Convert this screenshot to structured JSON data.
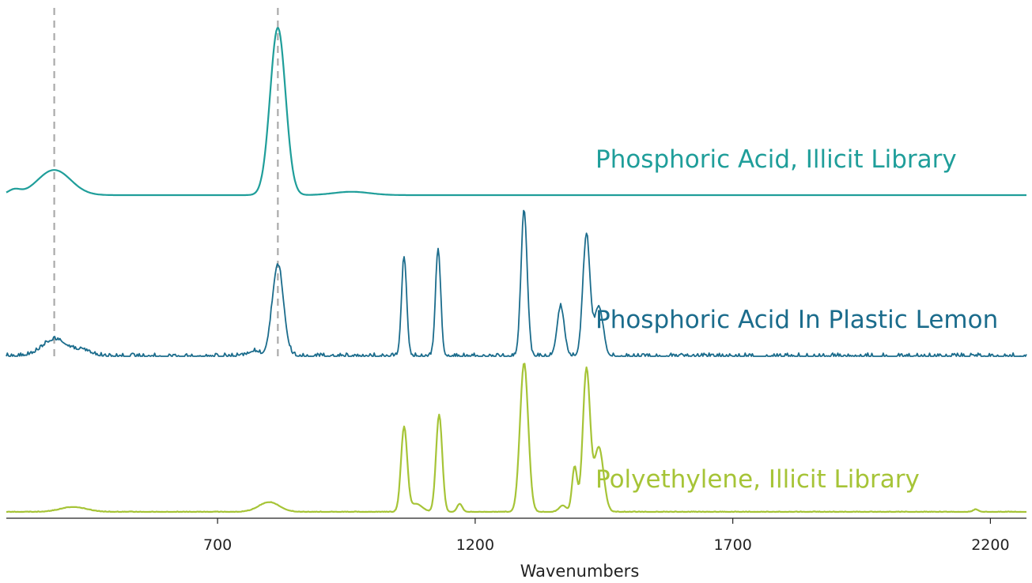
{
  "chart_data": {
    "type": "line",
    "title": "",
    "xlabel": "Wavenumbers",
    "ylabel": "",
    "xlim": [
      290,
      2270
    ],
    "xticks": [
      700,
      1200,
      1700,
      2200
    ],
    "xtick_labels": [
      "700",
      "1200",
      "1700",
      "2200"
    ],
    "y_axis_shown": false,
    "grid": false,
    "legend": "none (series labeled inline on the right)",
    "reference_lines": [
      {
        "x": 383,
        "style": "dashed",
        "color": "#aaaaaa"
      },
      {
        "x": 817,
        "style": "dashed",
        "color": "#aaaaaa"
      }
    ],
    "series": [
      {
        "name": "Phosphoric Acid, Illicit Library",
        "color": "#1f9e9a",
        "offset": 2.0,
        "baseline_noise": 0,
        "peaks": [
          {
            "center": 305,
            "height": 0.03,
            "width": 12
          },
          {
            "center": 383,
            "height": 0.15,
            "width": 32
          },
          {
            "center": 817,
            "height": 1.0,
            "width": 15
          },
          {
            "center": 960,
            "height": 0.02,
            "width": 35
          }
        ]
      },
      {
        "name": "Phosphoric Acid In Plastic Lemon",
        "color": "#1b6c8c",
        "offset": 1.0,
        "baseline_noise": 0.02,
        "peaks": [
          {
            "center": 385,
            "height": 0.1,
            "width": 24
          },
          {
            "center": 440,
            "height": 0.03,
            "width": 15
          },
          {
            "center": 770,
            "height": 0.03,
            "width": 10
          },
          {
            "center": 817,
            "height": 0.55,
            "width": 11
          },
          {
            "center": 1062,
            "height": 0.6,
            "width": 5
          },
          {
            "center": 1128,
            "height": 0.65,
            "width": 5
          },
          {
            "center": 1295,
            "height": 0.88,
            "width": 6
          },
          {
            "center": 1366,
            "height": 0.3,
            "width": 7
          },
          {
            "center": 1416,
            "height": 0.73,
            "width": 7
          },
          {
            "center": 1440,
            "height": 0.3,
            "width": 8
          }
        ]
      },
      {
        "name": "Polyethylene, Illicit Library",
        "color": "#a6c437",
        "offset": 0.0,
        "baseline_noise": 0.005,
        "peaks": [
          {
            "center": 420,
            "height": 0.03,
            "width": 25
          },
          {
            "center": 800,
            "height": 0.06,
            "width": 20
          },
          {
            "center": 1062,
            "height": 0.52,
            "width": 6
          },
          {
            "center": 1085,
            "height": 0.05,
            "width": 12
          },
          {
            "center": 1130,
            "height": 0.6,
            "width": 6
          },
          {
            "center": 1170,
            "height": 0.05,
            "width": 5
          },
          {
            "center": 1295,
            "height": 0.92,
            "width": 8
          },
          {
            "center": 1370,
            "height": 0.04,
            "width": 7
          },
          {
            "center": 1416,
            "height": 0.88,
            "width": 7
          },
          {
            "center": 1440,
            "height": 0.4,
            "width": 9
          },
          {
            "center": 1393,
            "height": 0.28,
            "width": 5
          },
          {
            "center": 2172,
            "height": 0.015,
            "width": 5
          }
        ]
      }
    ]
  }
}
